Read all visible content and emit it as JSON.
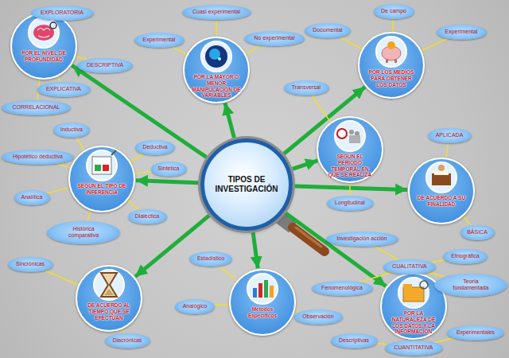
{
  "diagram": {
    "nodes": [
      {
        "text": [
          "TIPOS DE INVESTIGACIÓN"
        ]
      },
      {
        "text": [
          "POR EL NIVEL DE PROFUNDIDAD"
        ]
      },
      {
        "text": [
          "EXPLORATORIA"
        ]
      },
      {
        "text": [
          "DESCRIPTIVA"
        ]
      },
      {
        "text": [
          "EXPLICATIVA"
        ]
      },
      {
        "text": [
          "CORRELACIONAL"
        ]
      },
      {
        "text": [
          "POR LA MAYOR O MENOR MANIPULACIÓN DE VARIABLES"
        ]
      },
      {
        "text": [
          "Cuasi experimental"
        ]
      },
      {
        "text": [
          "Experimental"
        ]
      },
      {
        "text": [
          "No experimental"
        ]
      },
      {
        "text": [
          "POR LOS MEDIOS PARA OBTENER LOS DATOS"
        ]
      },
      {
        "text": [
          "Documental"
        ]
      },
      {
        "text": [
          "De campo"
        ]
      },
      {
        "text": [
          "Experimental"
        ]
      },
      {
        "text": [
          "SEGÚN EL PERIODO TEMPORAL EN QUE SE REALIZA"
        ]
      },
      {
        "text": [
          "Transversal"
        ]
      },
      {
        "text": [
          "Longitudinal"
        ]
      },
      {
        "text": [
          "DE ACUERDO A SU FINALIDAD"
        ]
      },
      {
        "text": [
          "APLICADA"
        ]
      },
      {
        "text": [
          "BÁSICA"
        ]
      },
      {
        "text": [
          "SEGÚN EL TIPO DE INFERENCIA"
        ]
      },
      {
        "text": [
          "Inductiva"
        ]
      },
      {
        "text": [
          "Hipotético deductiva"
        ]
      },
      {
        "text": [
          "Deductiva"
        ]
      },
      {
        "text": [
          "Analítica"
        ]
      },
      {
        "text": [
          "Sintética"
        ]
      },
      {
        "text": [
          "Histórica comparativa"
        ]
      },
      {
        "text": [
          "Dialéctica"
        ]
      },
      {
        "text": [
          "DE ACUERDO AL TIEMPO QUE SE EFECTÚAN"
        ]
      },
      {
        "text": [
          "Sincrónicas"
        ]
      },
      {
        "text": [
          "Diacrónicas"
        ]
      },
      {
        "text": [
          "Métodos Específicos"
        ]
      },
      {
        "text": [
          "Estadístico"
        ]
      },
      {
        "text": [
          "Analógico"
        ]
      },
      {
        "text": [
          "Observación"
        ]
      },
      {
        "text": [
          "POR LA NATURALEZA DE LOS DATOS Y LA INFORMACIÓN"
        ]
      },
      {
        "text": [
          "CUALITATIVA"
        ]
      },
      {
        "text": [
          "Investigación acción"
        ]
      },
      {
        "text": [
          "Etnográfica"
        ]
      },
      {
        "text": [
          "Fenomenológica"
        ]
      },
      {
        "text": [
          "Teoría fundamentada"
        ]
      },
      {
        "text": [
          "CUANTITATIVA"
        ]
      },
      {
        "text": [
          "Descriptivas"
        ]
      },
      {
        "text": [
          "Experimentales"
        ]
      }
    ],
    "edges": [
      {
        "from": 0,
        "to": 1,
        "arrow": "to"
      },
      {
        "from": 0,
        "to": 6,
        "arrow": "to"
      },
      {
        "from": 0,
        "to": 10,
        "arrow": "to"
      },
      {
        "from": 0,
        "to": 14,
        "arrow": "to"
      },
      {
        "from": 0,
        "to": 17,
        "arrow": "to"
      },
      {
        "from": 0,
        "to": 20,
        "arrow": "to"
      },
      {
        "from": 0,
        "to": 28,
        "arrow": "to"
      },
      {
        "from": 0,
        "to": 31,
        "arrow": "to"
      },
      {
        "from": 0,
        "to": 35,
        "arrow": "to"
      },
      {
        "from": 1,
        "to": 2,
        "arrow": "none"
      },
      {
        "from": 1,
        "to": 3,
        "arrow": "none"
      },
      {
        "from": 1,
        "to": 4,
        "arrow": "none"
      },
      {
        "from": 1,
        "to": 5,
        "arrow": "none"
      },
      {
        "from": 6,
        "to": 7,
        "arrow": "none"
      },
      {
        "from": 6,
        "to": 8,
        "arrow": "none"
      },
      {
        "from": 6,
        "to": 9,
        "arrow": "none"
      },
      {
        "from": 10,
        "to": 11,
        "arrow": "none"
      },
      {
        "from": 10,
        "to": 12,
        "arrow": "none"
      },
      {
        "from": 10,
        "to": 13,
        "arrow": "none"
      },
      {
        "from": 14,
        "to": 15,
        "arrow": "none"
      },
      {
        "from": 14,
        "to": 16,
        "arrow": "none"
      },
      {
        "from": 17,
        "to": 18,
        "arrow": "none"
      },
      {
        "from": 17,
        "to": 19,
        "arrow": "none"
      },
      {
        "from": 20,
        "to": 21,
        "arrow": "none"
      },
      {
        "from": 20,
        "to": 22,
        "arrow": "none"
      },
      {
        "from": 20,
        "to": 23,
        "arrow": "none"
      },
      {
        "from": 20,
        "to": 24,
        "arrow": "none"
      },
      {
        "from": 20,
        "to": 25,
        "arrow": "none"
      },
      {
        "from": 20,
        "to": 26,
        "arrow": "none"
      },
      {
        "from": 20,
        "to": 27,
        "arrow": "none"
      },
      {
        "from": 28,
        "to": 29,
        "arrow": "none"
      },
      {
        "from": 28,
        "to": 30,
        "arrow": "none"
      },
      {
        "from": 31,
        "to": 32,
        "arrow": "none"
      },
      {
        "from": 31,
        "to": 33,
        "arrow": "none"
      },
      {
        "from": 31,
        "to": 34,
        "arrow": "none"
      },
      {
        "from": 35,
        "to": 36,
        "arrow": "none"
      },
      {
        "from": 35,
        "to": 41,
        "arrow": "none"
      },
      {
        "from": 36,
        "to": 37,
        "arrow": "none"
      },
      {
        "from": 36,
        "to": 38,
        "arrow": "none"
      },
      {
        "from": 36,
        "to": 39,
        "arrow": "none"
      },
      {
        "from": 36,
        "to": 40,
        "arrow": "none"
      },
      {
        "from": 41,
        "to": 42,
        "arrow": "none"
      },
      {
        "from": 41,
        "to": 43,
        "arrow": "none"
      }
    ]
  }
}
